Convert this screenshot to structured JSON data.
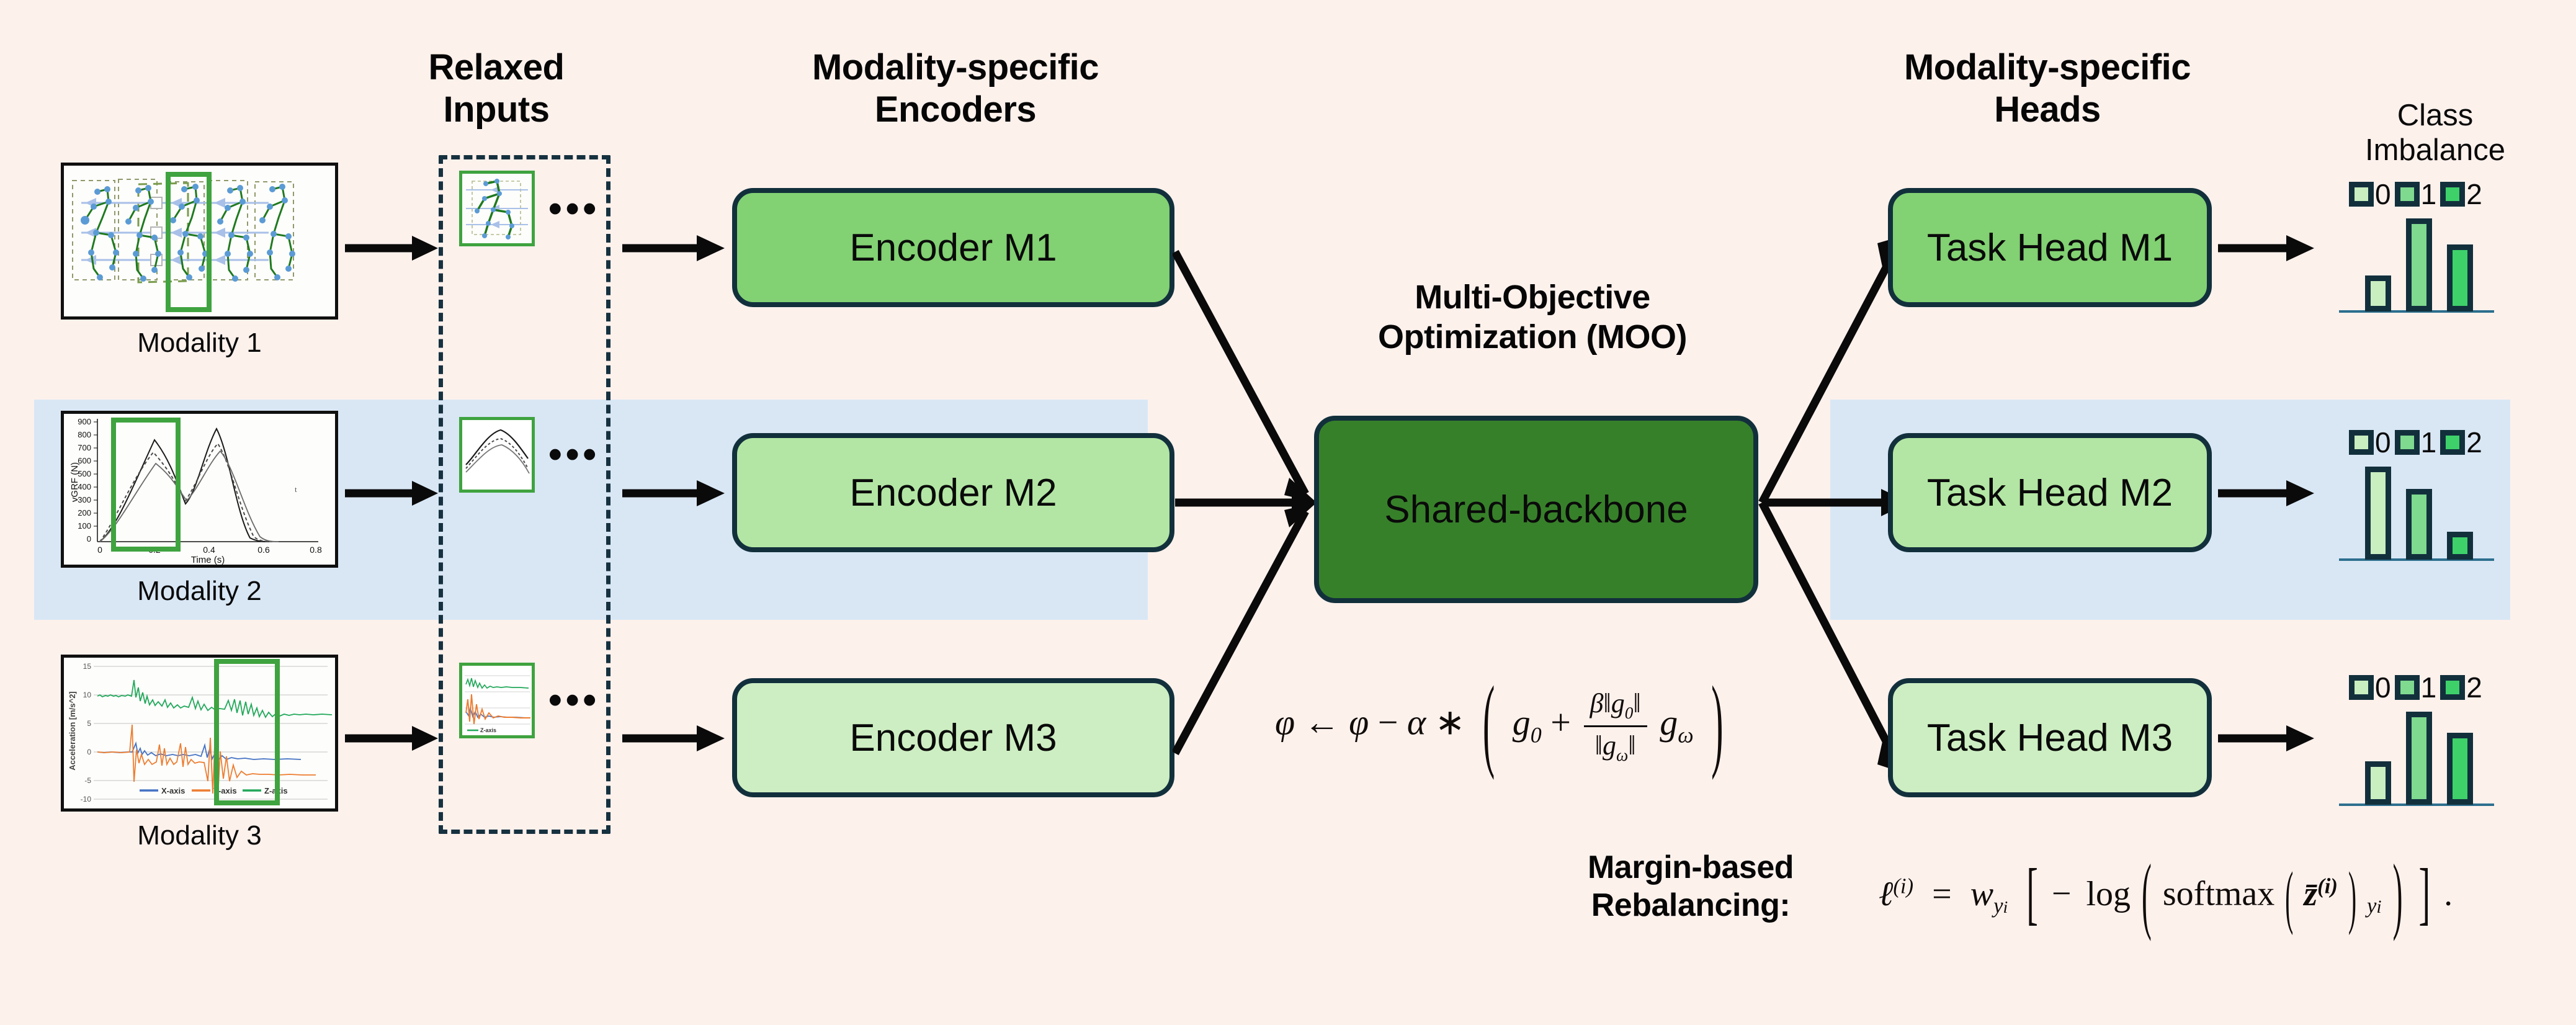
{
  "theme": {
    "bg": "#fdf1ec",
    "band": "#d9e7f5",
    "outline": "#12303c",
    "green_dark": "#37802a",
    "green_mid": "#82d173",
    "green_light": "#b3e6a4",
    "green_lighter": "#cdeec2",
    "green_lightest": "#d8f0cd",
    "crop_border": "#3fa33f",
    "legend_0": "#c9eec0",
    "legend_1": "#7fd98f",
    "legend_2": "#3ed16a"
  },
  "headers": {
    "relaxed_inputs": [
      "Relaxed",
      "Inputs"
    ],
    "modality_encoders": [
      "Modality-specific",
      "Encoders"
    ],
    "modality_heads": [
      "Modality-specific",
      "Heads"
    ],
    "moo": [
      "Multi-Objective",
      "Optimization (MOO)"
    ],
    "class_imbalance": [
      "Class",
      "Imbalance"
    ],
    "margin_rebalancing": [
      "Margin-based",
      "Rebalancing:"
    ]
  },
  "modalities": [
    {
      "label": "Modality 1",
      "thumb_kind": "skeleton-sequence",
      "crop_kind": "skeleton-single"
    },
    {
      "label": "Modality 2",
      "thumb_kind": "vgrf-curves",
      "crop_kind": "vgrf-crop",
      "chart": {
        "ylabel": "vGRF (N)",
        "xlabel": "Time (s)",
        "yticks": [
          "0",
          "100",
          "200",
          "300",
          "400",
          "500",
          "600",
          "700",
          "800",
          "900"
        ],
        "xticks": [
          "0",
          "0.2",
          "0.4",
          "0.6",
          "0.8"
        ]
      }
    },
    {
      "label": "Modality 3",
      "thumb_kind": "accel-signal",
      "crop_kind": "accel-crop",
      "chart": {
        "ylabel": "Acceleration [m/s^2]",
        "yticks": [
          "15",
          "10",
          "5",
          "0",
          "-5",
          "-10"
        ],
        "legend": [
          "X-axis",
          "Y-axis",
          "Z-axis"
        ],
        "crop_legend": [
          "Z-axis"
        ],
        "series_colors": [
          "#4472c4",
          "#ed7d31",
          "#21a85a"
        ]
      }
    }
  ],
  "encoders": [
    {
      "label": "Encoder M1",
      "fill": "#82d173"
    },
    {
      "label": "Encoder M2",
      "fill": "#b3e6a4"
    },
    {
      "label": "Encoder M3",
      "fill": "#cdeec2"
    }
  ],
  "backbone": {
    "label": "Shared-backbone",
    "fill": "#37802a"
  },
  "heads": [
    {
      "label": "Task Head M1",
      "fill": "#82d173"
    },
    {
      "label": "Task Head M2",
      "fill": "#b3e6a4"
    },
    {
      "label": "Task Head M3",
      "fill": "#cdeec2"
    }
  ],
  "equations": {
    "moo_update": "φ ← φ − α * ( g₀ + (β‖g₀‖ / ‖gω‖) gω )",
    "moo_parts": {
      "phi": "φ",
      "arrow": "←",
      "minus": "−",
      "alpha": "α",
      "ast": "∗",
      "g0": "g",
      "g0sub": "0",
      "plus": "+",
      "beta": "β",
      "norm_open": "‖",
      "norm_close": "‖",
      "gomega": "g",
      "gomegasub": "ω"
    },
    "loss": "ℓ⁽ⁱ⁾ = w_{y_i} [ − log( softmax( z̄⁽ⁱ⁾ )_{y_i} ) ].",
    "loss_parts": {
      "ell": "ℓ",
      "sup_i": "(i)",
      "eq": "=",
      "w": "w",
      "w_sub": "yᵢ",
      "lbr": "[",
      "neg": "−",
      "log": "log",
      "softmax": "softmax",
      "zbar": "z̄",
      "sub_yi": "yᵢ",
      "rbr": "]",
      "period": "."
    }
  },
  "class_imbalance_charts": [
    {
      "name": "head-m1-distribution",
      "chart_data": {
        "type": "bar",
        "title": "Class Imbalance",
        "categories": [
          "0",
          "1",
          "2"
        ],
        "values": [
          38,
          100,
          70
        ],
        "ylim": [
          0,
          110
        ],
        "legend": [
          "0",
          "1",
          "2"
        ],
        "colors": [
          "#c9eec0",
          "#7fd98f",
          "#3ed16a"
        ]
      }
    },
    {
      "name": "head-m2-distribution",
      "chart_data": {
        "type": "bar",
        "title": "Class Imbalance",
        "categories": [
          "0",
          "1",
          "2"
        ],
        "values": [
          100,
          76,
          30
        ],
        "ylim": [
          0,
          110
        ],
        "legend": [
          "0",
          "1",
          "2"
        ],
        "colors": [
          "#c9eec0",
          "#7fd98f",
          "#3ed16a"
        ]
      }
    },
    {
      "name": "head-m3-distribution",
      "chart_data": {
        "type": "bar",
        "title": "Class Imbalance",
        "categories": [
          "0",
          "1",
          "2"
        ],
        "values": [
          46,
          100,
          76
        ],
        "ylim": [
          0,
          110
        ],
        "legend": [
          "0",
          "1",
          "2"
        ],
        "colors": [
          "#c9eec0",
          "#7fd98f",
          "#3ed16a"
        ]
      }
    }
  ]
}
